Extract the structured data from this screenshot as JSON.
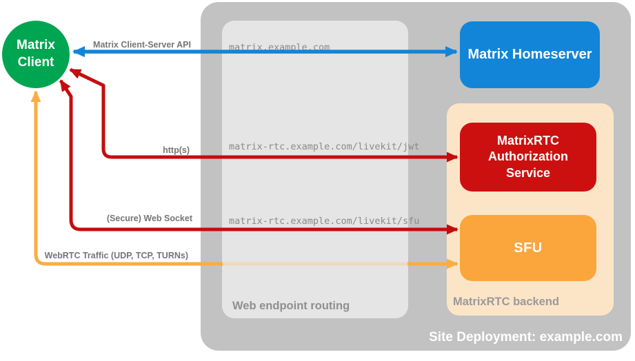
{
  "diagram": {
    "site": {
      "title": "Site Deployment: example.com",
      "container_color": "#C2C2C2"
    },
    "client": {
      "label": "Matrix Client",
      "color": "#00A551"
    },
    "homeserver": {
      "label": "Matrix Homeserver",
      "color": "#1285D8"
    },
    "backend": {
      "label": "MatrixRTC backend",
      "color": "#FCE5C7",
      "auth_service": {
        "label": "MatrixRTC Authorization Service",
        "color": "#CC1010"
      },
      "sfu": {
        "label": "SFU",
        "color": "#FAA63D"
      }
    },
    "routing": {
      "label": "Web endpoint routing",
      "panel_color": "#E5E5E5",
      "endpoints": [
        "matrix.example.com",
        "matrix-rtc.example.com/livekit/jwt",
        "matrix-rtc.example.com/livekit/sfu"
      ]
    },
    "connections": [
      {
        "label": "Matrix Client-Server API",
        "color": "#1285D8",
        "from": "Matrix Client",
        "to": "Matrix Homeserver",
        "bidirectional": true
      },
      {
        "label": "http(s)",
        "color": "#C40D0D",
        "from": "Matrix Client",
        "to": "MatrixRTC Authorization Service",
        "bidirectional": true
      },
      {
        "label": "(Secure) Web Socket",
        "color": "#C40D0D",
        "from": "Matrix Client",
        "to": "SFU",
        "bidirectional": true
      },
      {
        "label": "WebRTC Traffic (UDP, TCP, TURNs)",
        "color": "#FBAC46",
        "from": "Matrix Client",
        "to": "SFU",
        "bidirectional": true
      }
    ]
  }
}
